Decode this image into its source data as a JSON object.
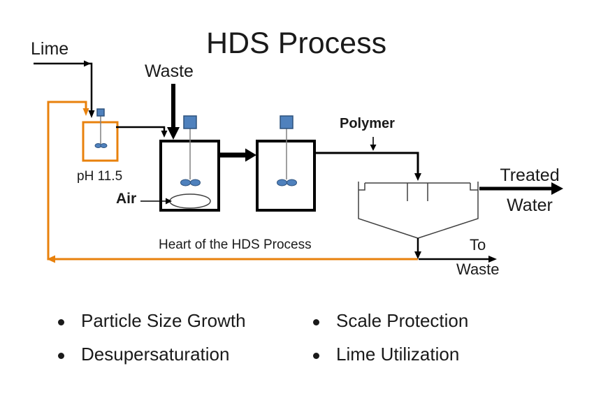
{
  "title": "HDS Process",
  "colors": {
    "line_black": "#000000",
    "text": "#1a1a1a",
    "orange": "#e8810c",
    "blue": "#4f81bd",
    "blue_dark": "#2e527d",
    "outline_gray": "#404040",
    "shaft_gray": "#808080"
  },
  "diagram": {
    "lime_label": "Lime",
    "waste_label": "Waste",
    "ph_label": "pH 11.5",
    "air_label": "Air",
    "polymer_label": "Polymer",
    "treated_water_line1": "Treated",
    "treated_water_line2": "Water",
    "heart_label": "Heart of the HDS Process",
    "to_label": "To",
    "waste_out_label": "Waste"
  },
  "bullets": {
    "left": [
      "Particle Size Growth",
      "Desupersaturation"
    ],
    "right": [
      "Scale Protection",
      "Lime Utilization"
    ]
  }
}
